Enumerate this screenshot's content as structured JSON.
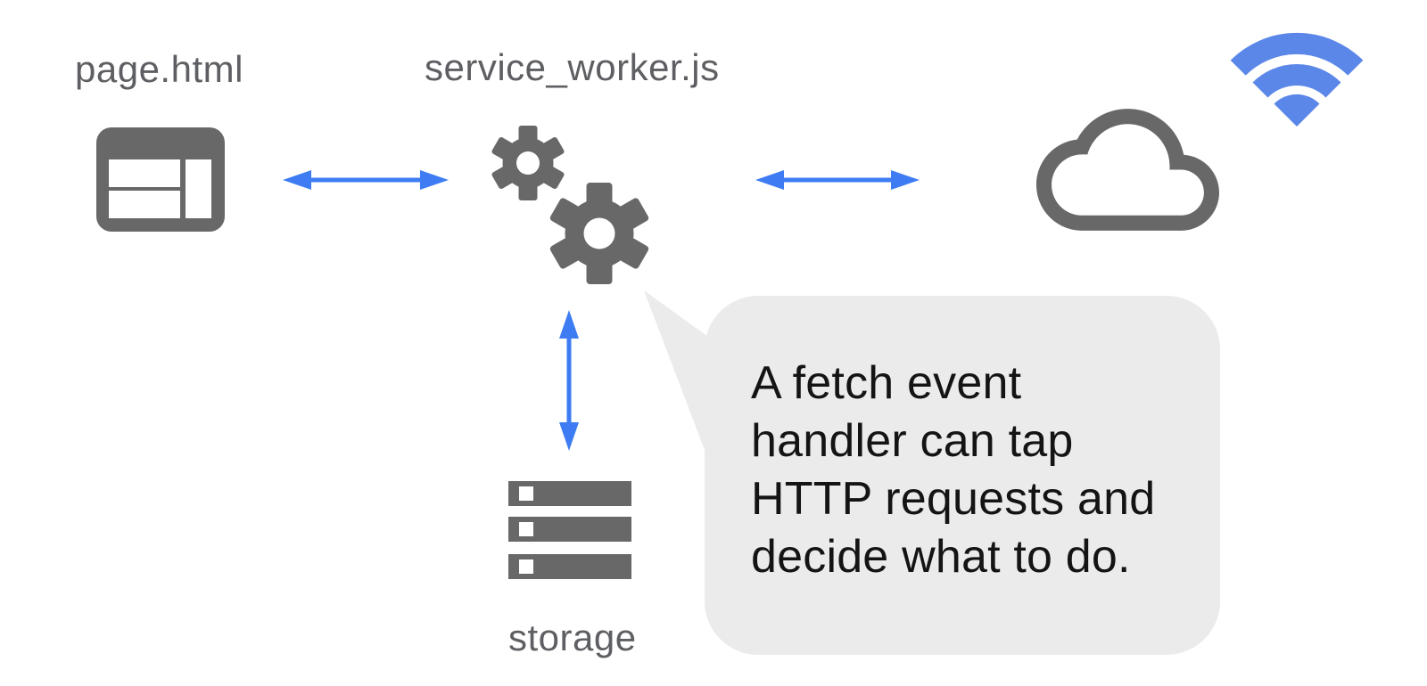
{
  "diagram": {
    "title": "service worker fetch diagram",
    "labels": {
      "page": "page.html",
      "service_worker": "service_worker.js",
      "storage": "storage"
    },
    "callout": {
      "text": "A fetch event handler can tap HTTP requests and decide what to do.",
      "lines": [
        "A fetch event",
        "handler can tap",
        "HTTP requests and",
        "decide what to do."
      ]
    },
    "icons": {
      "page": "browser-window-icon",
      "service_worker": "gears-icon",
      "network": "cloud-icon",
      "connectivity": "wifi-icon",
      "storage": "storage-stack-icon"
    },
    "arrows": [
      {
        "name": "page-to-worker",
        "direction": "horizontal-bidirectional"
      },
      {
        "name": "worker-to-network",
        "direction": "horizontal-bidirectional"
      },
      {
        "name": "worker-to-storage",
        "direction": "vertical-bidirectional"
      }
    ]
  },
  "colors": {
    "icon_gray": "#686868",
    "label_gray": "#5d5f62",
    "arrow_blue": "#3e7cf3",
    "wifi_blue": "#5b87e9",
    "bubble_bg": "#ebebeb",
    "bubble_text": "#141414",
    "canvas_bg": "#ffffff"
  }
}
